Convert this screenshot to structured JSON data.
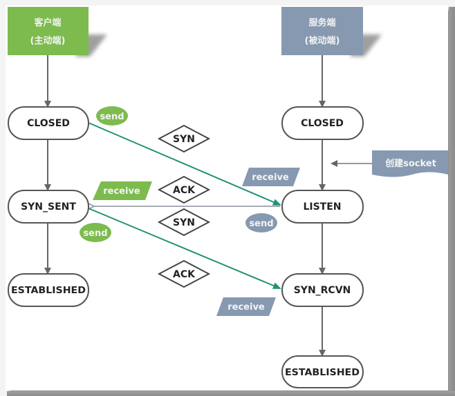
{
  "colors": {
    "client_accent": "#7dbb4e",
    "server_accent": "#8799b1",
    "flow_line": "#1f9276",
    "state_stroke": "#555555",
    "connector": "#666666",
    "return_line": "#8a8f9a"
  },
  "client": {
    "header_line1": "客户端",
    "header_line2": "(主动端)",
    "states": {
      "closed": "CLOSED",
      "syn_sent": "SYN_SENT",
      "established": "ESTABLISHED"
    },
    "tags": {
      "send_1": "send",
      "receive": "receive",
      "send_2": "send"
    }
  },
  "server": {
    "header_line1": "服务端",
    "header_line2": "(被动端)",
    "states": {
      "closed": "CLOSED",
      "listen": "LISTEN",
      "syn_rcvn": "SYN_RCVN",
      "established": "ESTABLISHED"
    },
    "tags": {
      "receive_1": "receive",
      "send": "send",
      "receive_2": "receive"
    },
    "annotation": "创建socket"
  },
  "messages": {
    "syn_1": "SYN",
    "ack_1": "ACK",
    "syn_2": "SYN",
    "ack_2": "ACK"
  }
}
